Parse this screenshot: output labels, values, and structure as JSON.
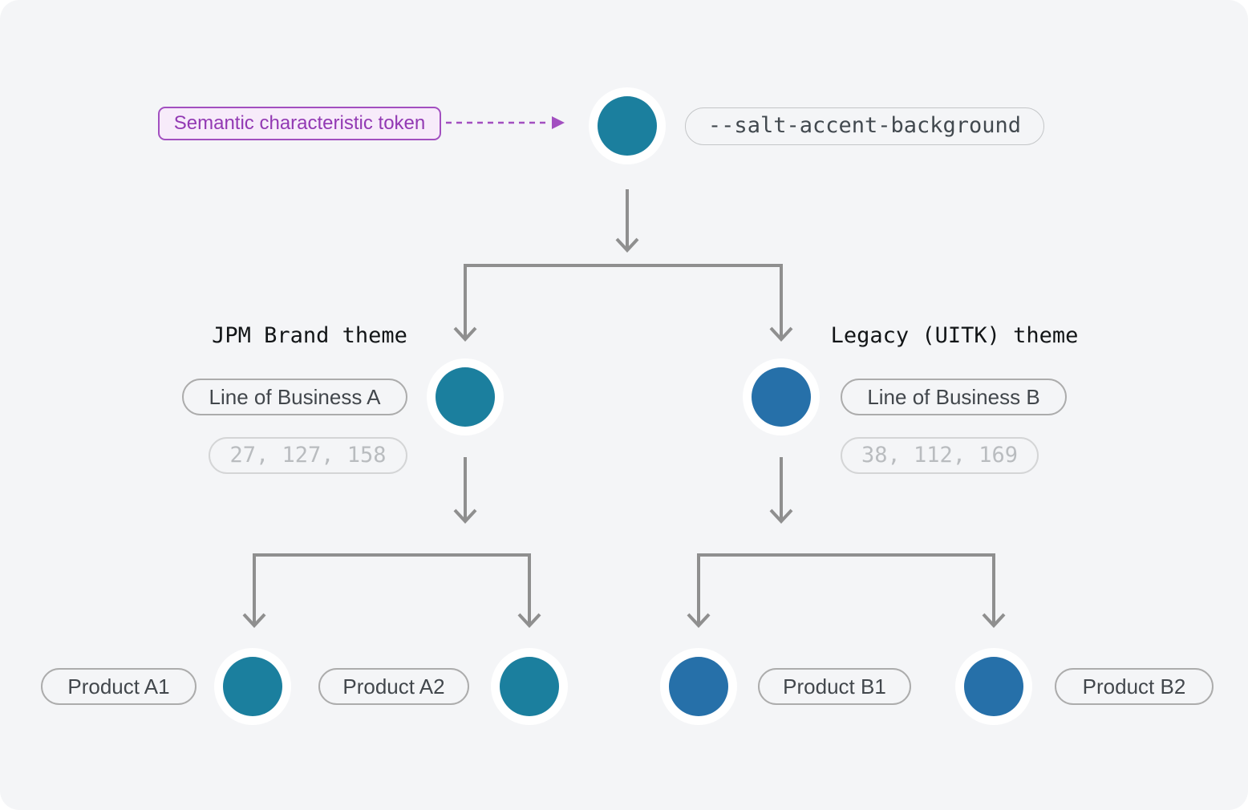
{
  "page": {
    "background": "#F4F5F7",
    "connector_color": "#8F8F8F"
  },
  "annotation": {
    "label": "Semantic characteristic token",
    "text_color": "#9239B3",
    "border_color": "#A24FC0",
    "fill_color": "#F7EBFA"
  },
  "root": {
    "token": "--salt-accent-background",
    "swatch_color": "#1B7F9E"
  },
  "themes": [
    {
      "title": "JPM Brand theme",
      "business_line": "Line of Business A",
      "rgb_value": "27, 127, 158",
      "swatch_color": "#1B7F9E",
      "products": [
        {
          "label": "Product A1",
          "swatch_color": "#1B7F9E"
        },
        {
          "label": "Product A2",
          "swatch_color": "#1B7F9E"
        }
      ]
    },
    {
      "title": "Legacy (UITK) theme",
      "business_line": "Line of Business B",
      "rgb_value": "38, 112, 169",
      "swatch_color": "#2670A9",
      "products": [
        {
          "label": "Product B1",
          "swatch_color": "#2670A9"
        },
        {
          "label": "Product B2",
          "swatch_color": "#2670A9"
        }
      ]
    }
  ]
}
